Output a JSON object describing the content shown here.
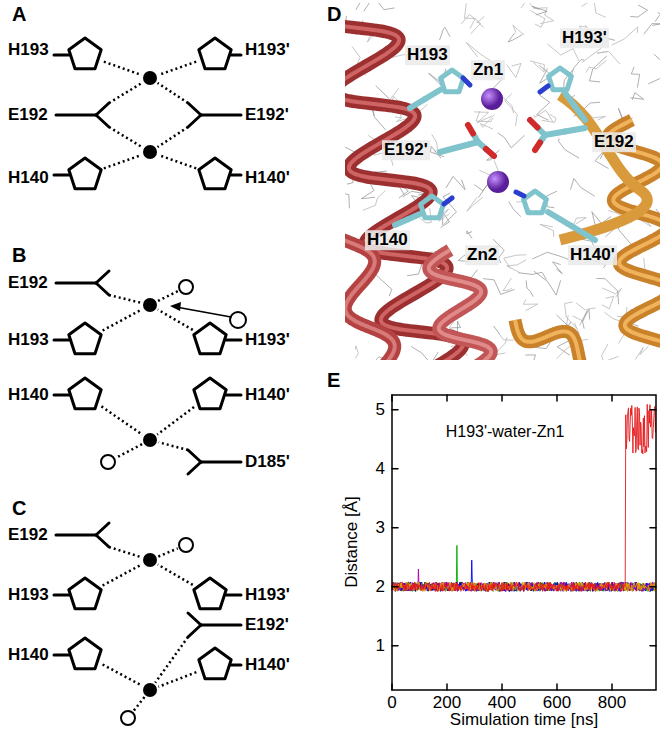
{
  "diagram": {
    "labels": [
      "A",
      "H193",
      "H193'",
      "E192",
      "E192'",
      "H140",
      "H140'",
      "B",
      "E192",
      "H193",
      "H193'",
      "H140",
      "H140'",
      "D185'",
      "C",
      "E192",
      "H193",
      "H193'",
      "E192'",
      "H140",
      "H140'",
      "D",
      "H193",
      "H193'",
      "Zn1",
      "E192'",
      "E192",
      "H140",
      "Zn2",
      "H140'",
      "E",
      "Distance [Å]",
      "5",
      "4",
      "3",
      "2",
      "1",
      "0",
      "200",
      "400",
      "600",
      "800",
      "Simulation time [ns]",
      "H193'-water-Zn1"
    ]
  }
}
